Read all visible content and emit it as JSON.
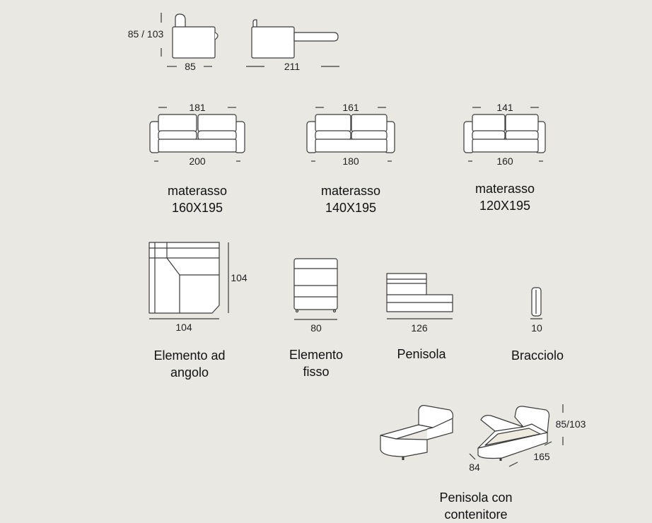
{
  "recliner": {
    "height_dim": "85 / 103",
    "closed_depth_dim": "85",
    "open_depth_dim": "211"
  },
  "sofas": [
    {
      "seat_dim": "181",
      "width_dim": "200",
      "mattress_label": "materasso",
      "mattress_size": "160X195"
    },
    {
      "seat_dim": "161",
      "width_dim": "180",
      "mattress_label": "materasso",
      "mattress_size": "140X195"
    },
    {
      "seat_dim": "141",
      "width_dim": "160",
      "mattress_label": "materasso",
      "mattress_size": "120X195"
    }
  ],
  "modules": [
    {
      "dim": "104",
      "depth_dim": "104",
      "label_line1": "Elemento ad",
      "label_line2": "angolo"
    },
    {
      "dim": "80",
      "label_line1": "Elemento",
      "label_line2": "fisso"
    },
    {
      "dim": "126",
      "label_line1": "Penisola",
      "label_line2": ""
    },
    {
      "dim": "10",
      "label_line1": "Bracciolo",
      "label_line2": ""
    }
  ],
  "storage_chaise": {
    "height_dim": "85/103",
    "width_dim": "84",
    "length_dim": "165",
    "label_line1": "Penisola con",
    "label_line2": "contenitore"
  },
  "colors": {
    "background": "#e9e8e2",
    "line": "#3a3a3a",
    "fill": "#ffffff"
  }
}
